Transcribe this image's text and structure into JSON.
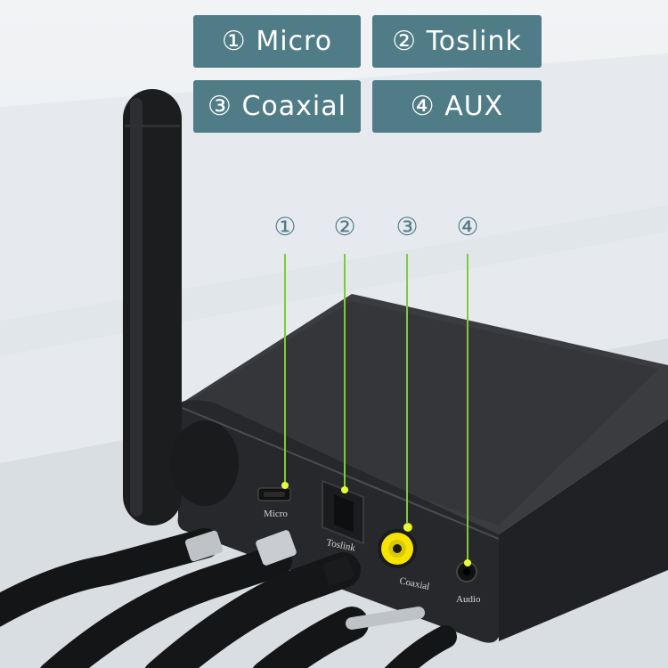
{
  "labels": {
    "micro": "① Micro",
    "toslink": "② Toslink",
    "coaxial": "③ Coaxial",
    "aux": "④ AUX"
  },
  "markers": [
    "①",
    "②",
    "③",
    "④"
  ],
  "port_labels": {
    "micro": "Micro",
    "toslink": "Toslink",
    "coaxial": "Coaxial",
    "audio": "Audio"
  },
  "colors": {
    "label_bg": "#4f7c86",
    "label_text": "#ffffff",
    "leader_line": "#7ecb3a",
    "coax_port": "#f6e400",
    "device": "#2b2d30"
  }
}
